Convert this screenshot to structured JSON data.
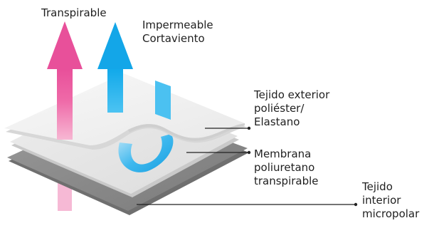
{
  "labels": {
    "transpirable": "Transpirable",
    "impermeable": [
      "Impermeable",
      "Cortaviento"
    ],
    "exterior": [
      "Tejido exterior",
      "poliéster/",
      "Elastano"
    ],
    "membrana": [
      "Membrana",
      "poliuretano",
      "transpirable"
    ],
    "interior": [
      "Tejido",
      "interior",
      "micropolar"
    ]
  },
  "colors": {
    "transpirable_arrow": "#e8559a",
    "impermeable_arrow": "#1fb0ea",
    "outer_layer": "#f2f2f2",
    "membrane_layer": "#e6e6e6",
    "inner_layer": "#8a8a8a",
    "leader_line": "#222222"
  }
}
